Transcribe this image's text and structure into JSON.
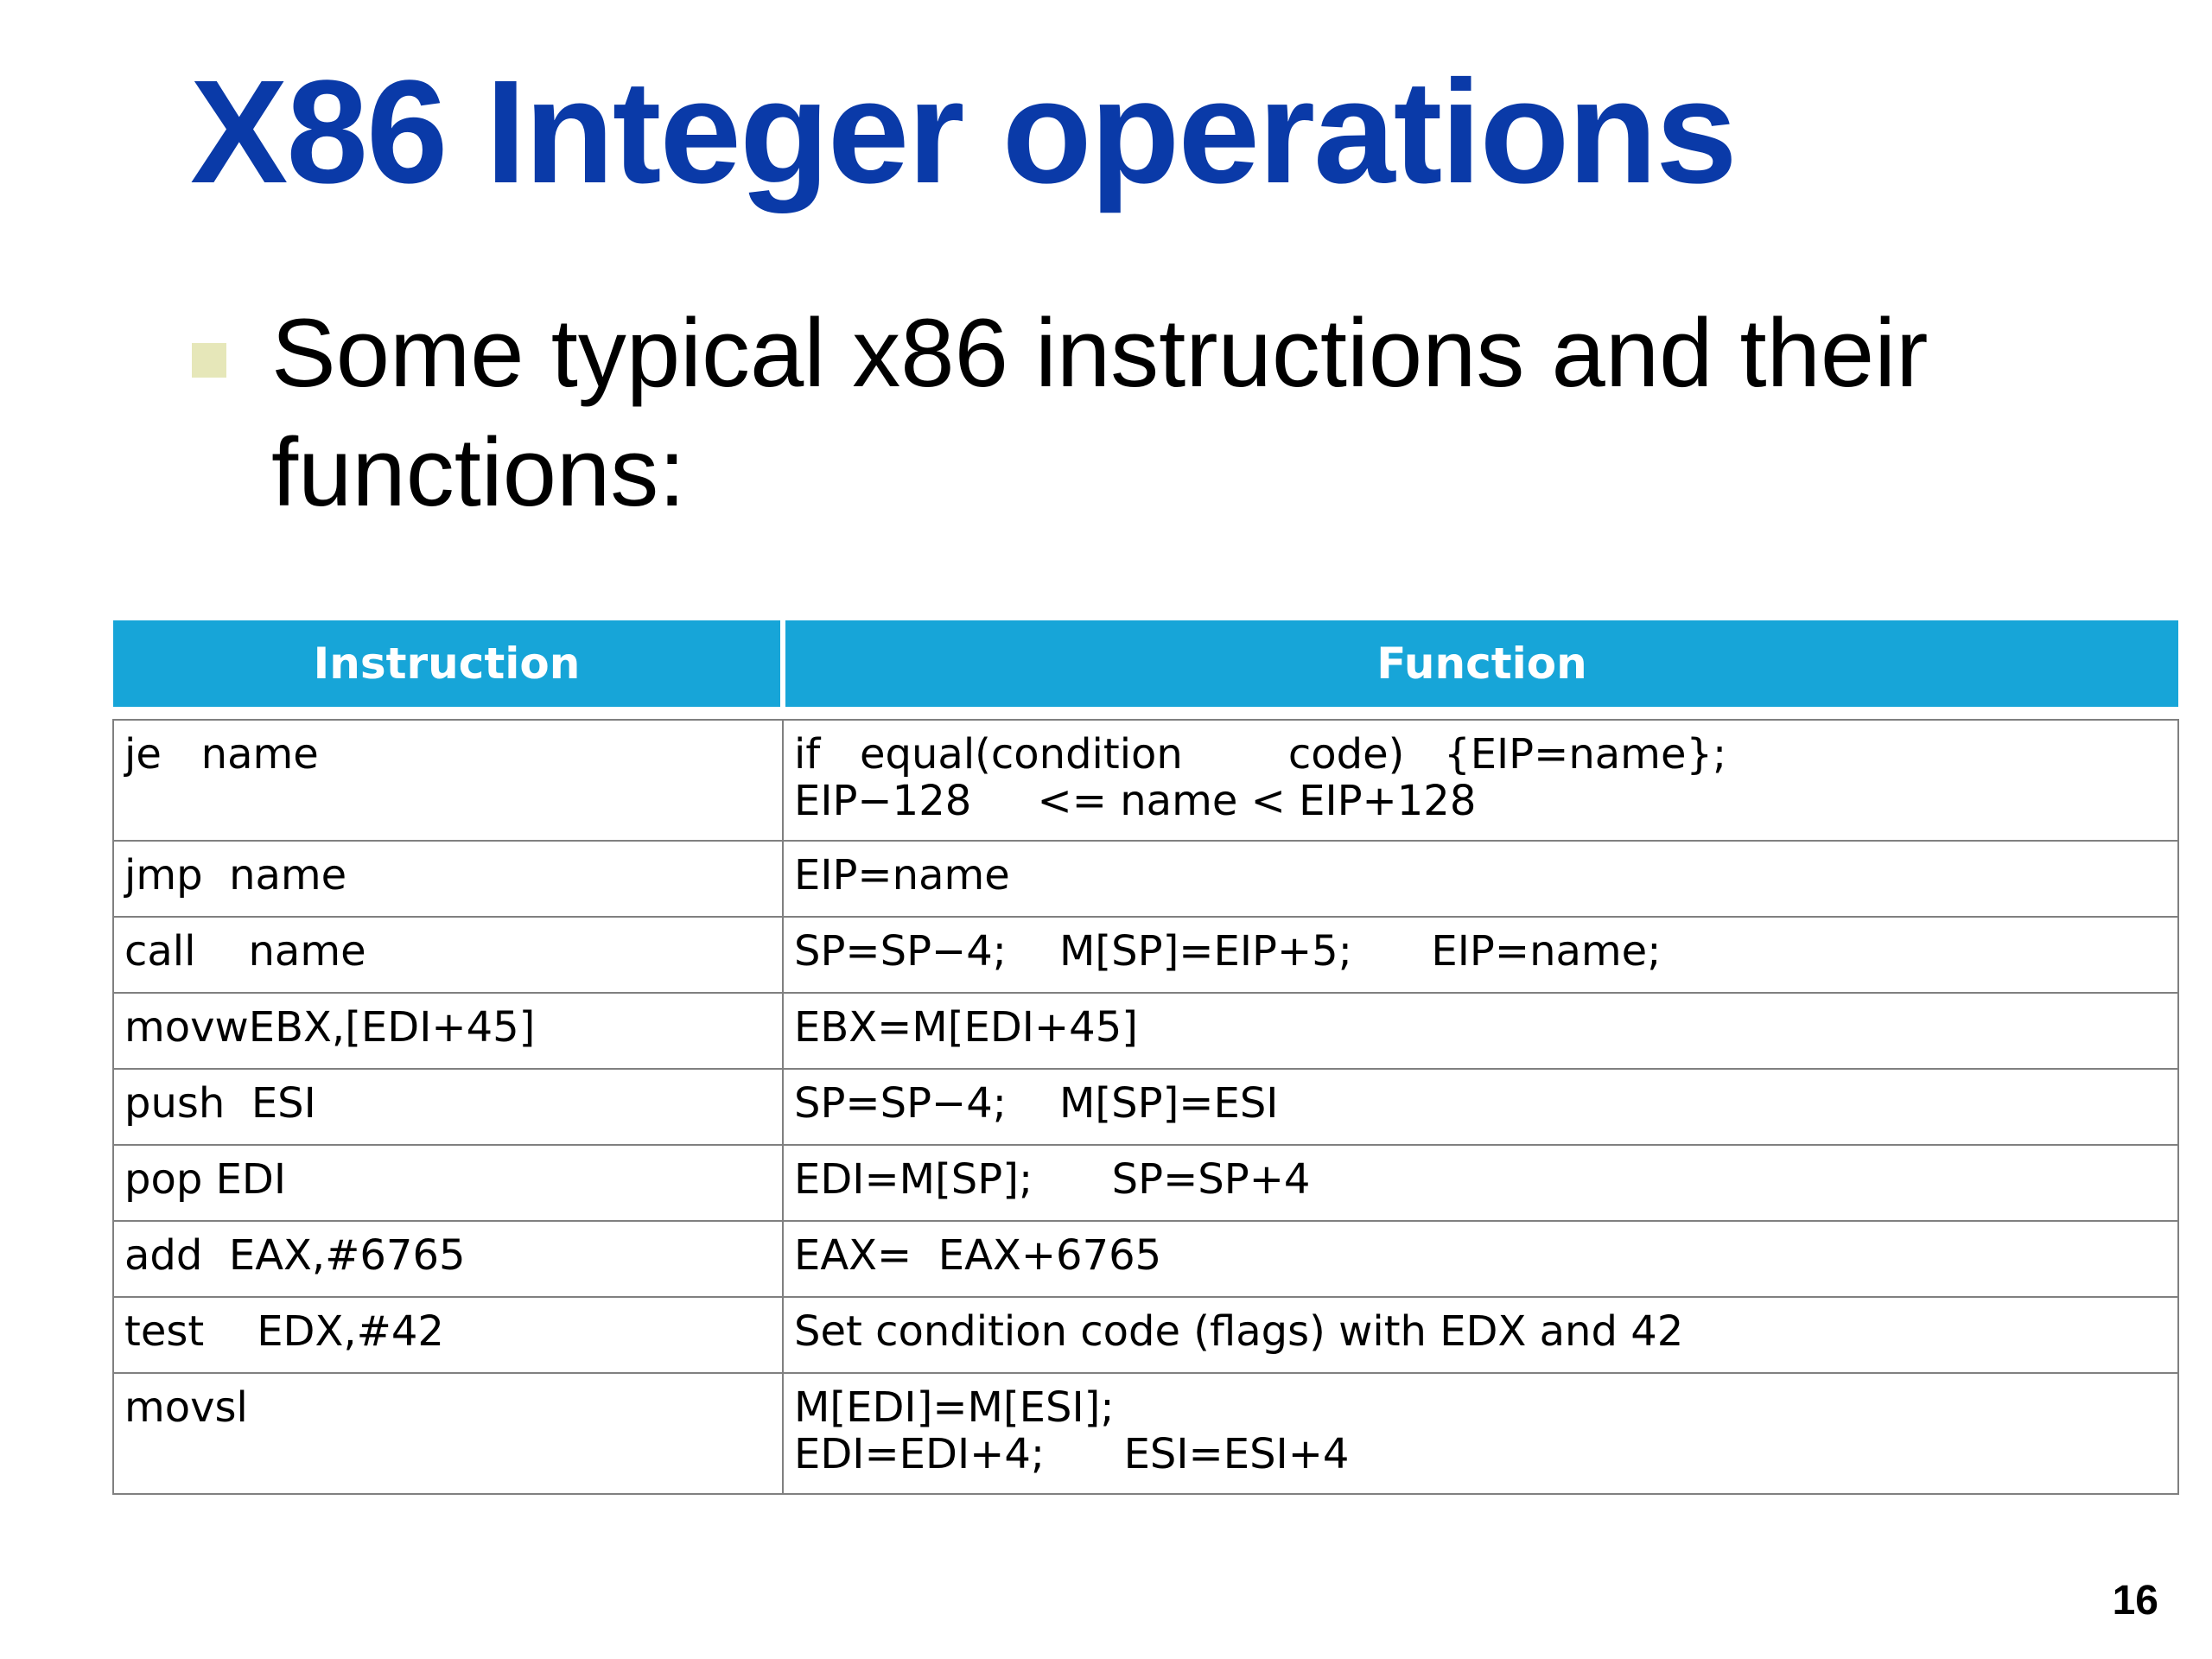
{
  "colors": {
    "title": "#0a3aa8",
    "bullet": "#e6e7b9",
    "table_header": "#17a5d8"
  },
  "slide": {
    "title": "X86 Integer operations",
    "bullet": "Some typical x86 instructions and their functions:",
    "page_number": "16"
  },
  "table": {
    "headers": [
      "Instruction",
      "Function"
    ],
    "rows": [
      {
        "instruction": "je   name",
        "function": "if   equal(condition        code)   {EIP=name};\nEIP−128     <= name < EIP+128"
      },
      {
        "instruction": "jmp  name",
        "function": "EIP=name"
      },
      {
        "instruction": "call    name",
        "function": "SP=SP−4;    M[SP]=EIP+5;      EIP=name;"
      },
      {
        "instruction": "movwEBX,[EDI+45]",
        "function": "EBX=M[EDI+45]"
      },
      {
        "instruction": "push  ESI",
        "function": "SP=SP−4;    M[SP]=ESI"
      },
      {
        "instruction": "pop EDI",
        "function": "EDI=M[SP];      SP=SP+4"
      },
      {
        "instruction": "add  EAX,#6765",
        "function": "EAX=  EAX+6765"
      },
      {
        "instruction": "test    EDX,#42",
        "function": "Set condition code (flags) with EDX and 42"
      },
      {
        "instruction": "movsl",
        "function": "M[EDI]=M[ESI];\nEDI=EDI+4;      ESI=ESI+4"
      }
    ]
  }
}
